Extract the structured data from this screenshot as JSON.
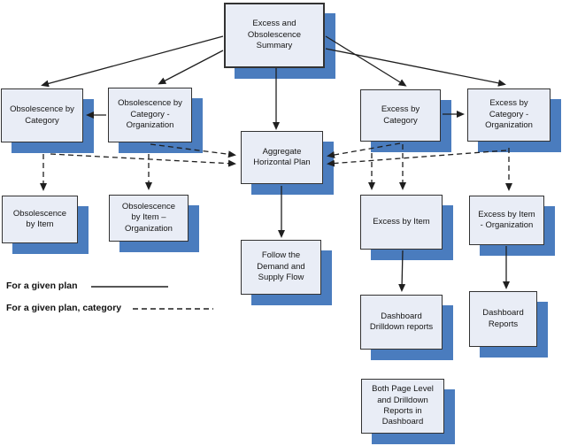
{
  "diagram": {
    "boxes": [
      {
        "id": "excess-and-obsolescence-summary",
        "label": "Excess and\nObsolescence\nSummary"
      },
      {
        "id": "obsolescence-by-category",
        "label": "Obsolescence by\nCategory"
      },
      {
        "id": "obsolescence-by-category-organization",
        "label": "Obsolescence by\nCategory -\nOrganization"
      },
      {
        "id": "excess-by-category",
        "label": "Excess by\nCategory"
      },
      {
        "id": "excess-by-category-organization",
        "label": "Excess by\nCategory -\nOrganization"
      },
      {
        "id": "aggregate-horizontal-plan",
        "label": "Aggregate\nHorizontal Plan"
      },
      {
        "id": "obsolescence-by-item",
        "label": "Obsolescence\nby Item"
      },
      {
        "id": "obsolescence-by-item-organization",
        "label": "Obsolescence\nby Item –\nOrganization"
      },
      {
        "id": "excess-by-item",
        "label": "Excess by Item"
      },
      {
        "id": "excess-by-item-organization",
        "label": "Excess by Item\n- Organization"
      },
      {
        "id": "follow-the-demand-and-supply-flow",
        "label": "Follow the\nDemand and\nSupply Flow"
      },
      {
        "id": "dashboard-drilldown-reports",
        "label": "Dashboard\nDrilldown reports"
      },
      {
        "id": "dashboard-reports",
        "label": "Dashboard\nReports"
      },
      {
        "id": "both-page-level-and-drilldown-reports-in-dashboard",
        "label": "Both Page Level\nand Drilldown\nReports in\nDashboard"
      }
    ],
    "legend": {
      "plan_label": "For a given plan",
      "plan_category_label": "For a given plan, category"
    },
    "edges": [
      {
        "from": "excess-and-obsolescence-summary",
        "to": "obsolescence-by-category",
        "style": "solid"
      },
      {
        "from": "excess-and-obsolescence-summary",
        "to": "obsolescence-by-category-organization",
        "style": "solid"
      },
      {
        "from": "excess-and-obsolescence-summary",
        "to": "aggregate-horizontal-plan",
        "style": "solid"
      },
      {
        "from": "excess-and-obsolescence-summary",
        "to": "excess-by-category",
        "style": "solid"
      },
      {
        "from": "excess-and-obsolescence-summary",
        "to": "excess-by-category-organization",
        "style": "solid"
      },
      {
        "from": "obsolescence-by-category-organization",
        "to": "obsolescence-by-category",
        "style": "solid"
      },
      {
        "from": "excess-by-category",
        "to": "excess-by-category-organization",
        "style": "solid"
      },
      {
        "from": "aggregate-horizontal-plan",
        "to": "follow-the-demand-and-supply-flow",
        "style": "solid"
      },
      {
        "from": "excess-by-item",
        "to": "dashboard-drilldown-reports",
        "style": "solid"
      },
      {
        "from": "excess-by-item-organization",
        "to": "dashboard-reports",
        "style": "solid"
      },
      {
        "from": "obsolescence-by-category",
        "to": "obsolescence-by-item",
        "style": "dashed"
      },
      {
        "from": "obsolescence-by-category-organization",
        "to": "obsolescence-by-item-organization",
        "style": "dashed"
      },
      {
        "from": "obsolescence-by-category",
        "to": "aggregate-horizontal-plan",
        "style": "dashed"
      },
      {
        "from": "obsolescence-by-category-organization",
        "to": "aggregate-horizontal-plan",
        "style": "dashed"
      },
      {
        "from": "excess-by-category",
        "to": "aggregate-horizontal-plan",
        "style": "dashed"
      },
      {
        "from": "excess-by-category-organization",
        "to": "aggregate-horizontal-plan",
        "style": "dashed"
      },
      {
        "from": "excess-by-category",
        "to": "excess-by-item",
        "style": "dashed"
      },
      {
        "from": "excess-by-category",
        "to": "excess-by-item",
        "style": "dashed"
      },
      {
        "from": "excess-by-category-organization",
        "to": "excess-by-item-organization",
        "style": "dashed"
      }
    ],
    "colors": {
      "box_fill": "#e9edf6",
      "box_border": "#333333",
      "shadow_blue": "#4a7cbe",
      "line": "#1f1f1f"
    }
  }
}
